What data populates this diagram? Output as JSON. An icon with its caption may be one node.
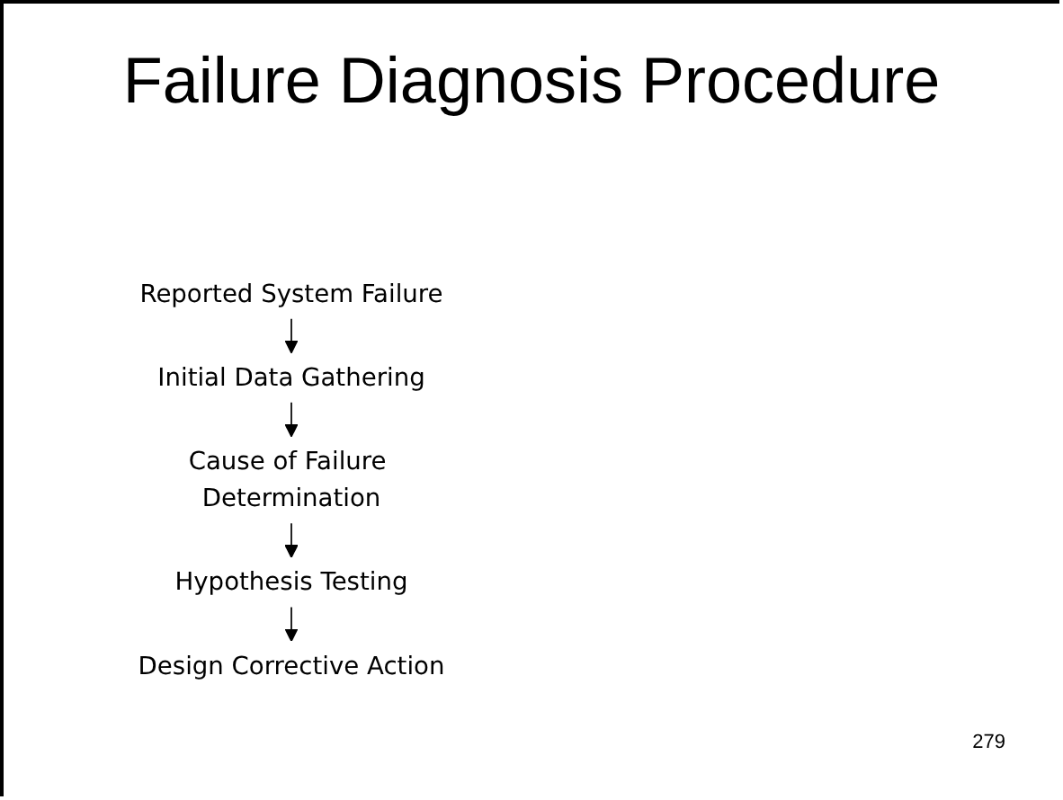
{
  "diagram": {
    "title": "Failure Diagnosis Procedure",
    "nodes": [
      {
        "text": [
          "Reported System Failure"
        ]
      },
      {
        "text": [
          "Initial Data Gathering"
        ]
      },
      {
        "text": [
          "Cause of Failure Determination"
        ]
      },
      {
        "text": [
          "Hypothesis Testing"
        ]
      },
      {
        "text": [
          "Design Corrective Action"
        ]
      }
    ],
    "edges": [
      {
        "from": 0,
        "to": 1,
        "arrow": "to"
      },
      {
        "from": 1,
        "to": 2,
        "arrow": "to"
      },
      {
        "from": 2,
        "to": 3,
        "arrow": "to"
      },
      {
        "from": 3,
        "to": 4,
        "arrow": "to"
      }
    ],
    "labels": [
      "279"
    ]
  }
}
